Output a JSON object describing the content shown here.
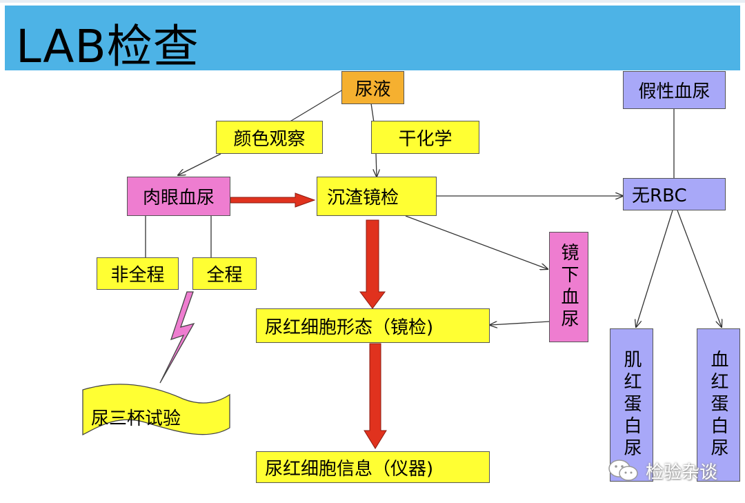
{
  "title": "LAB检查",
  "nodes": {
    "urine": "尿液",
    "color_observation": "颜色观察",
    "dry_chemistry": "干化学",
    "gross_hematuria": "肉眼血尿",
    "sediment_microscopy": "沉渣镜检",
    "non_full_course": "非全程",
    "full_course": "全程",
    "rbc_morphology": "尿红细胞形态（镜检)",
    "rbc_info": "尿红细胞信息（仪器)",
    "three_cup_test": "尿三杯试验",
    "microscopic_hematuria": "镜下血尿",
    "pseudo_hematuria": "假性血尿",
    "no_rbc": "无RBC",
    "myoglobinuria": "肌红蛋白尿",
    "hemoglobinuria": "血红蛋白尿"
  },
  "watermark": {
    "icon": "wechat-icon",
    "text": "检验杂谈"
  },
  "colors": {
    "title_bar": "#4db3e6",
    "yellow": "#ffff33",
    "orange": "#f5b030",
    "pink": "#ee7dd0",
    "purple": "#a8a8f8",
    "big_arrow": "#e0321e"
  }
}
